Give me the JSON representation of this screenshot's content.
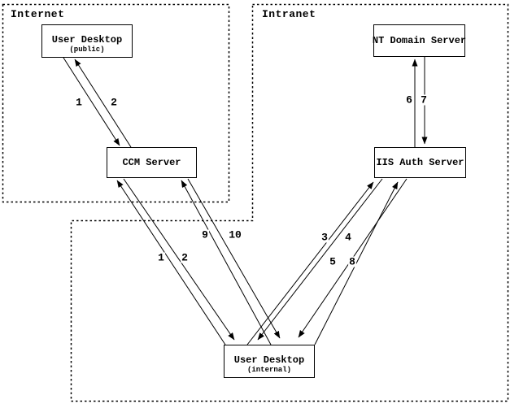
{
  "zones": {
    "internet": {
      "label": "Internet"
    },
    "intranet": {
      "label": "Intranet"
    }
  },
  "nodes": {
    "user_desktop_public": {
      "title": "User Desktop",
      "subtitle": "(public)",
      "zone": "Internet"
    },
    "ccm_server": {
      "title": "CCM Server",
      "zone": "Internet"
    },
    "nt_domain_server": {
      "title": "NT Domain Server",
      "zone": "Intranet"
    },
    "iis_auth_server": {
      "title": "IIS Auth Server",
      "zone": "Intranet"
    },
    "user_desktop_internal": {
      "title": "User Desktop",
      "subtitle": "(internal)",
      "zone": "Intranet"
    }
  },
  "edges": [
    {
      "label": "1",
      "from": "User Desktop (public)",
      "to": "CCM Server"
    },
    {
      "label": "2",
      "from": "CCM Server",
      "to": "User Desktop (public)"
    },
    {
      "label": "1",
      "from": "User Desktop (internal)",
      "to": "CCM Server"
    },
    {
      "label": "2",
      "from": "CCM Server",
      "to": "User Desktop (internal)"
    },
    {
      "label": "3",
      "from": "User Desktop (internal)",
      "to": "IIS Auth Server"
    },
    {
      "label": "4",
      "from": "IIS Auth Server",
      "to": "User Desktop (internal)"
    },
    {
      "label": "5",
      "from": "User Desktop (internal)",
      "to": "IIS Auth Server"
    },
    {
      "label": "6",
      "from": "IIS Auth Server",
      "to": "NT Domain Server"
    },
    {
      "label": "7",
      "from": "NT Domain Server",
      "to": "IIS Auth Server"
    },
    {
      "label": "8",
      "from": "IIS Auth Server",
      "to": "User Desktop (internal)"
    },
    {
      "label": "9",
      "from": "User Desktop (internal)",
      "to": "CCM Server"
    },
    {
      "label": "10",
      "from": "CCM Server",
      "to": "User Desktop (internal)"
    }
  ],
  "colors": {
    "line": "#000000",
    "background": "#ffffff",
    "node_fill": "#ffffff"
  }
}
